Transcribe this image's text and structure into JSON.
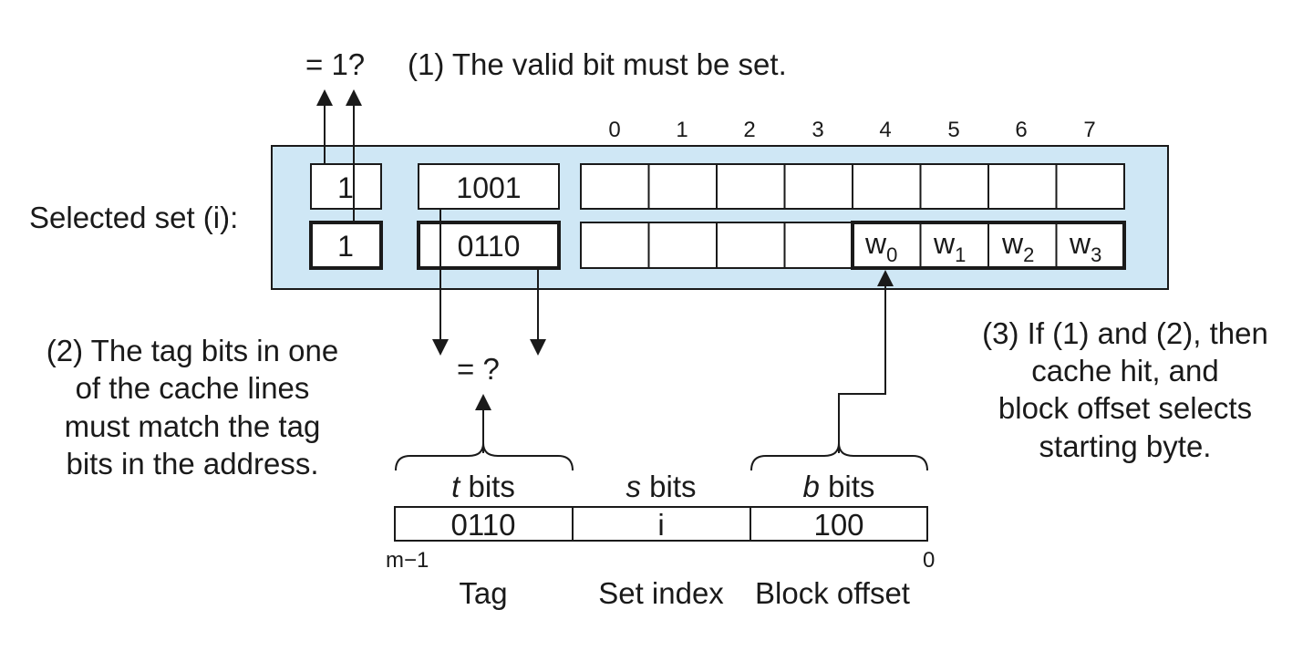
{
  "colors": {
    "set_background": "#cfe7f5",
    "ink": "#1a1a1a",
    "paper": "#ffffff"
  },
  "top": {
    "valid_check": "= 1?",
    "valid_note": "(1) The valid bit must be set."
  },
  "block_indices": [
    "0",
    "1",
    "2",
    "3",
    "4",
    "5",
    "6",
    "7"
  ],
  "set_label": "Selected set (i):",
  "lines": [
    {
      "valid": "1",
      "tag": "1001"
    },
    {
      "valid": "1",
      "tag": "0110",
      "words": [
        {
          "w": "w",
          "sub": "0"
        },
        {
          "w": "w",
          "sub": "1"
        },
        {
          "w": "w",
          "sub": "2"
        },
        {
          "w": "w",
          "sub": "3"
        }
      ]
    }
  ],
  "compare": "= ?",
  "note2": [
    "(2) The tag bits in one",
    "of the cache lines",
    "must match the tag",
    "bits in the address."
  ],
  "note3": [
    "(3) If (1) and (2), then",
    "cache hit, and",
    "block offset selects",
    "starting byte."
  ],
  "address": {
    "fields": [
      {
        "var": "t",
        "unit": "bits",
        "value": "0110",
        "name": "Tag"
      },
      {
        "var": "s",
        "unit": "bits",
        "value": "i",
        "name": "Set index"
      },
      {
        "var": "b",
        "unit": "bits",
        "value": "100",
        "name": "Block offset"
      }
    ],
    "msb": "m−1",
    "lsb": "0"
  }
}
